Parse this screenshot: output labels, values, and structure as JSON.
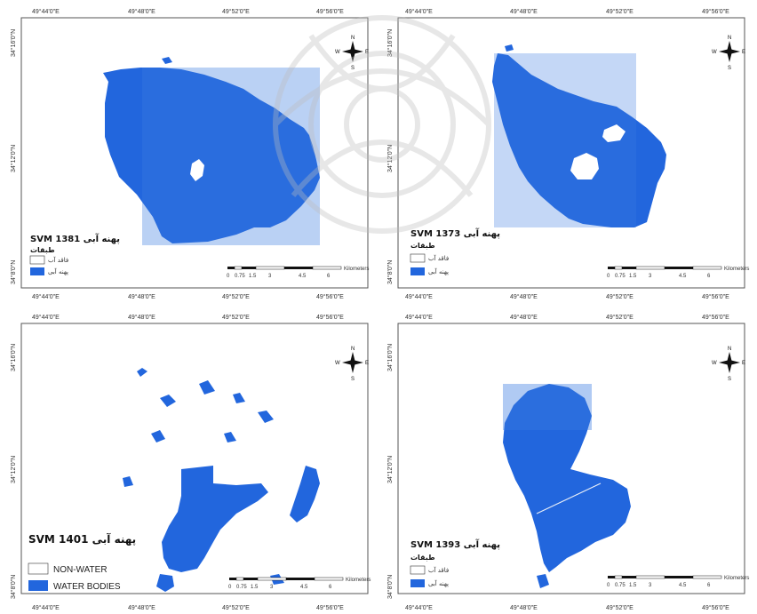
{
  "colors": {
    "water": "#2266dd",
    "water_light": "#3a7be0",
    "frame": "#555555",
    "watermark": "#bdbdbd"
  },
  "icons": {
    "compass": "north-arrow-compass-icon"
  },
  "compass": {
    "n": "N",
    "s": "S",
    "e": "E",
    "w": "W"
  },
  "top_ticks": {
    "t1": "49°44'0\"E",
    "t2": "49°48'0\"E",
    "t3": "49°52'0\"E",
    "t4": "49°56'0\"E"
  },
  "bottom_ticks": {
    "t1": "49°44'0\"E",
    "t2": "49°48'0\"E",
    "t3": "49°52'0\"E",
    "t4": "49°56'0\"E"
  },
  "lat_ticks": {
    "l1": "34°16'0\"N",
    "l2": "34°12'0\"N",
    "l3": "34°8'0\"N"
  },
  "scalebar": {
    "l0": "0",
    "l1": "0.75",
    "l2": "1.5",
    "l3": "3",
    "l4": "4.5",
    "l5": "6",
    "unit": "Kilometers"
  },
  "panels": {
    "p1381": {
      "title": "SVM پهنه آبی 1381",
      "legend_heading": "طبقات",
      "legend_nonwater": "فاقد آب",
      "legend_water": "پهنه آبی"
    },
    "p1373": {
      "title": "SVM پهنه آبی 1373",
      "legend_heading": "طبقات",
      "legend_nonwater": "فاقد آب",
      "legend_water": "پهنه آبی"
    },
    "p1401": {
      "title": "SVM 1401 پهنه آبی",
      "legend_nonwater": "NON-WATER",
      "legend_water": "WATER BODIES"
    },
    "p1393": {
      "title": "SVM پهنه آبی 1393",
      "legend_heading": "طبقات",
      "legend_nonwater": "فاقد آب",
      "legend_water": "پهنه آبی"
    }
  }
}
